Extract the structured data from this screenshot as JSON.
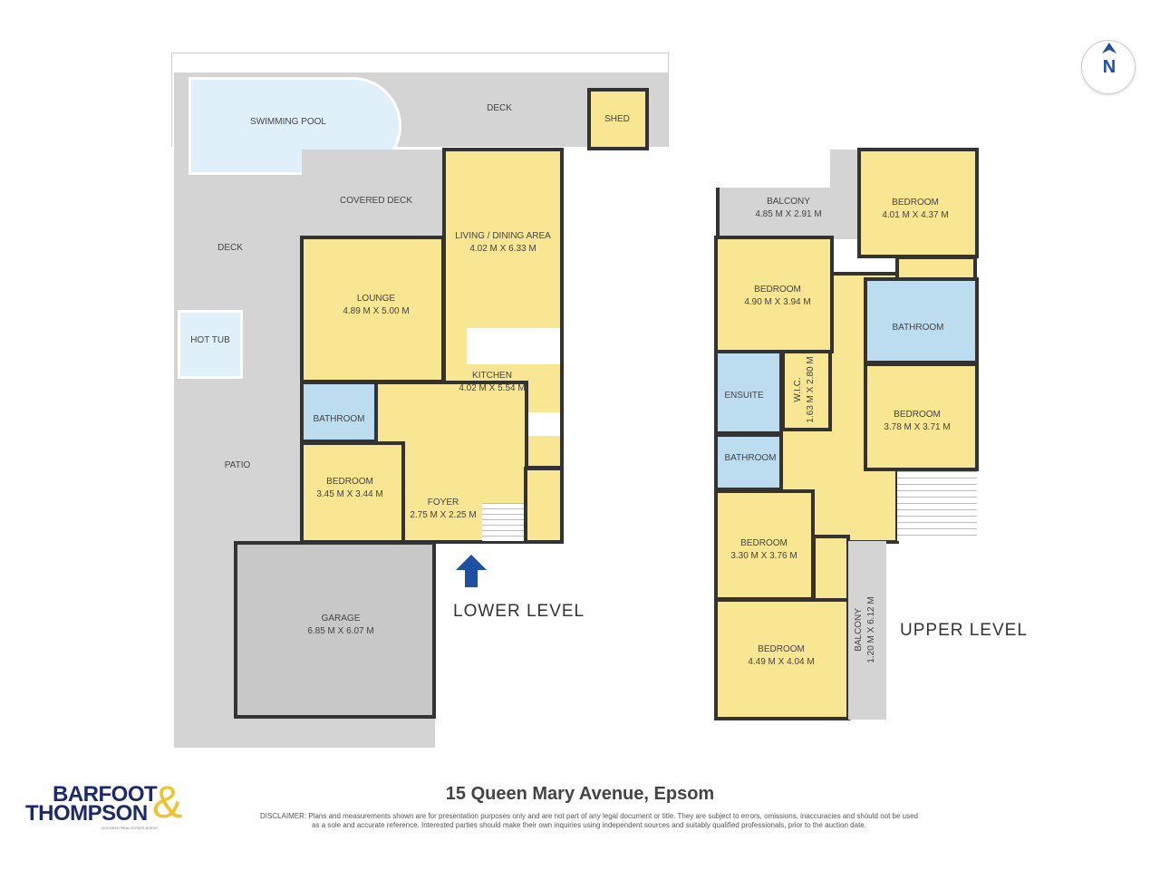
{
  "title": "15 Queen Mary Avenue, Epsom",
  "disclaimer": [
    "DISCLAIMER: Plans and measurements shown are for presentation purposes only and are not part of any legal document or title. They are subject to errors, omissions, inaccuracies and should not be used",
    "as a sole and accurate reference. Interested parties should make their own inquiries using independent sources and suitably qualified professionals, prior to the auction date."
  ],
  "logo": {
    "line1": "BARFOOT",
    "line2": "THOMPSON",
    "amp": "&",
    "tagline": "LICENSED REAL ESTATE AGENT",
    "color": "#1b2a6b",
    "amp_color": "#f2c12e"
  },
  "compass": "N",
  "lower": {
    "label": "LOWER LEVEL",
    "rooms": {
      "pool": {
        "name": "SWIMMING POOL"
      },
      "deck_top": {
        "name": "DECK"
      },
      "shed": {
        "name": "SHED"
      },
      "covered_deck": {
        "name": "COVERED DECK"
      },
      "deck_left": {
        "name": "DECK"
      },
      "living": {
        "name": "LIVING / DINING AREA",
        "size": "4.02 M X 6.33 M"
      },
      "lounge": {
        "name": "LOUNGE",
        "size": "4.89 M X 5.00 M"
      },
      "hot_tub": {
        "name": "HOT TUB"
      },
      "kitchen": {
        "name": "KITCHEN",
        "size": "4.02 M X 5.54 M"
      },
      "bathroom": {
        "name": "BATHROOM"
      },
      "patio": {
        "name": "PATIO"
      },
      "bedroom": {
        "name": "BEDROOM",
        "size": "3.45 M X 3.44 M"
      },
      "foyer": {
        "name": "FOYER",
        "size": "2.75 M X 2.25 M"
      },
      "garage": {
        "name": "GARAGE",
        "size": "6.85 M X 6.07 M"
      }
    }
  },
  "upper": {
    "label": "UPPER LEVEL",
    "rooms": {
      "balcony1": {
        "name": "BALCONY",
        "size": "4.85 M X 2.91 M"
      },
      "bed1": {
        "name": "BEDROOM",
        "size": "4.01 M X 4.37 M"
      },
      "bed2": {
        "name": "BEDROOM",
        "size": "4.90 M X 3.94 M"
      },
      "bathroom1": {
        "name": "BATHROOM"
      },
      "ensuite": {
        "name": "ENSUITE"
      },
      "wic": {
        "name": "W.I.C.",
        "size": "1.63 M X 2.80 M"
      },
      "bed3": {
        "name": "BEDROOM",
        "size": "3.78 M X 3.71 M"
      },
      "bathroom2": {
        "name": "BATHROOM"
      },
      "bed4": {
        "name": "BEDROOM",
        "size": "3.30 M X 3.76 M"
      },
      "bed5": {
        "name": "BEDROOM",
        "size": "4.49 M X 4.04 M"
      },
      "balcony2": {
        "name": "BALCONY",
        "size": "1.20 M X 6.12 M"
      }
    }
  }
}
